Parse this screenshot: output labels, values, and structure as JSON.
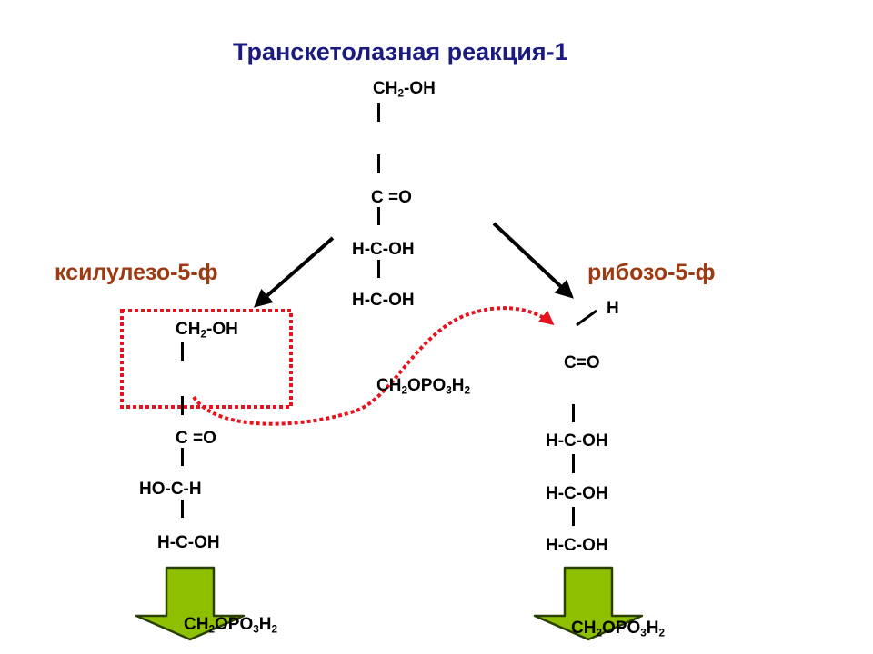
{
  "title": "Транскетолазная реакция-1",
  "labels": {
    "left_name": "ксилулезо-5-ф",
    "right_name": "рибозо-5-ф"
  },
  "colors": {
    "title": "#1a1a80",
    "compound_name": "#9e3a12",
    "highlight_box": "#e8121e",
    "transfer_arrow": "#e8121e",
    "down_arrow_fill": "#8ec000",
    "down_arrow_stroke": "#2a4000"
  },
  "center": {
    "r1": {
      "a": "CH",
      "s1": "2",
      "b": "-OH"
    },
    "r2": "C =O",
    "r3": "H-C-OH",
    "r4": "H-C-OH",
    "r5": {
      "a": "CH",
      "s1": "2",
      "b": "OPO",
      "s2": "3",
      "c": "H",
      "s3": "2"
    }
  },
  "left": {
    "r1": {
      "a": "CH",
      "s1": "2",
      "b": "-OH"
    },
    "r2": "C =O",
    "r3": "HO-C-H",
    "r4": "H-C-OH",
    "r5": {
      "a": "CH",
      "s1": "2",
      "b": "OPO",
      "s2": "3",
      "c": "H",
      "s3": "2"
    }
  },
  "right": {
    "h": "H",
    "r2": "C=O",
    "r3": "H-C-OH",
    "r4": "H-C-OH",
    "r5": "H-C-OH",
    "r6": {
      "a": "CH",
      "s1": "2",
      "b": "OPO",
      "s2": "3",
      "c": "H",
      "s3": "2"
    }
  }
}
